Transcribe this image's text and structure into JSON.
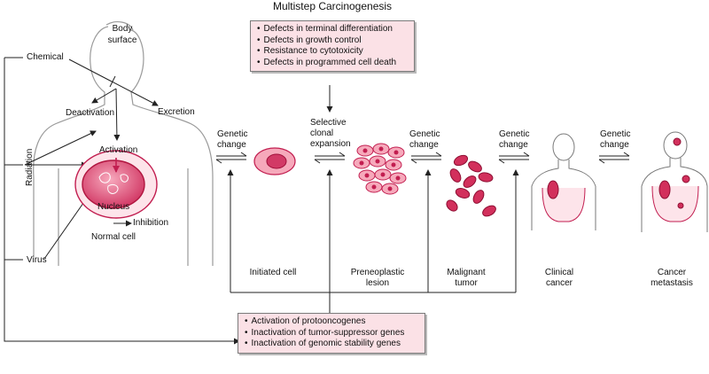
{
  "title": "Multistep Carcinogenesis",
  "top_box": {
    "items": [
      "Defects in terminal differentiation",
      "Defects in growth control",
      "Resistance to cytotoxicity",
      "Defects in programmed cell death"
    ]
  },
  "bottom_box": {
    "items": [
      "Activation of protooncogenes",
      "Inactivation of tumor-suppressor genes",
      "Inactivation of genomic stability genes"
    ]
  },
  "left": {
    "chemical": "Chemical",
    "body_surface_1": "Body",
    "body_surface_2": "surface",
    "deactivation": "Deactivation",
    "excretion": "Excretion",
    "activation": "Activation",
    "radiation": "Radiation",
    "nucleus": "Nucleus",
    "inhibition": "Inhibition",
    "normal_cell": "Normal cell",
    "virus": "Virus"
  },
  "transitions": [
    {
      "line1": "Genetic",
      "line2": "change",
      "line3": ""
    },
    {
      "line1": "Selective",
      "line2": "clonal",
      "line3": "expansion"
    },
    {
      "line1": "Genetic",
      "line2": "change",
      "line3": ""
    },
    {
      "line1": "Genetic",
      "line2": "change",
      "line3": ""
    },
    {
      "line1": "Genetic",
      "line2": "change",
      "line3": ""
    }
  ],
  "stages": [
    {
      "line1": "Initiated cell",
      "line2": ""
    },
    {
      "line1": "Preneoplastic",
      "line2": "lesion"
    },
    {
      "line1": "Malignant",
      "line2": "tumor"
    },
    {
      "line1": "Clinical",
      "line2": "cancer"
    },
    {
      "line1": "Cancer",
      "line2": "metastasis"
    }
  ],
  "colors": {
    "cell_fill": "#f29ab0",
    "cell_dark": "#c21e50",
    "cell_light": "#fbd0dc",
    "box_fill": "#fbe1e6",
    "line": "#222222",
    "outline": "#8c8c8c"
  }
}
